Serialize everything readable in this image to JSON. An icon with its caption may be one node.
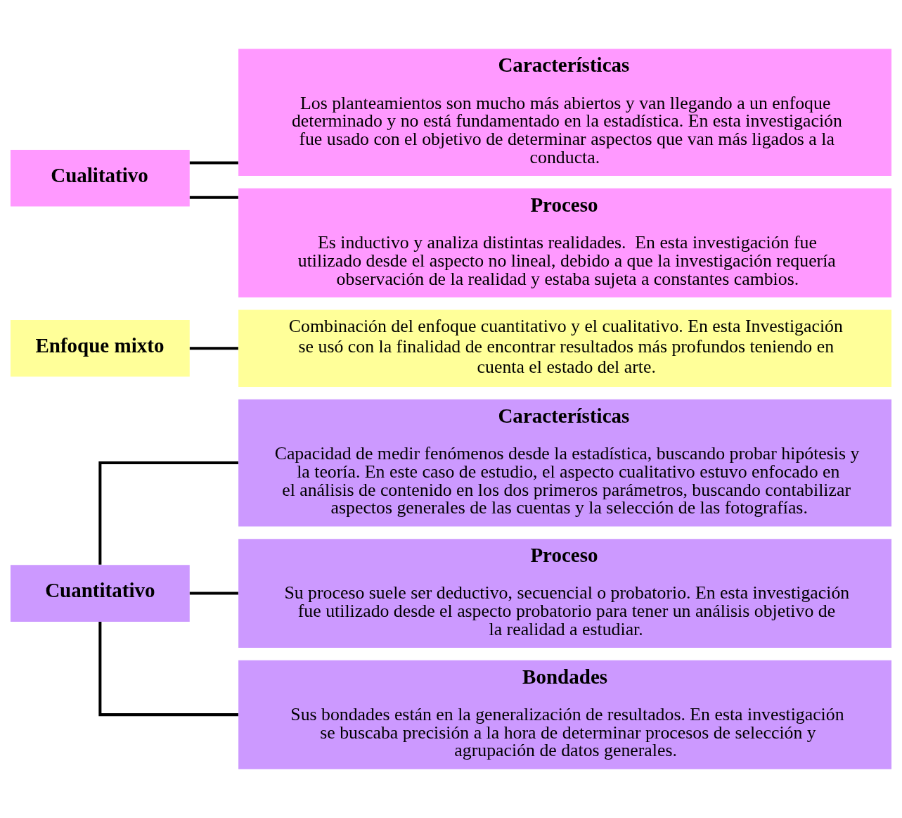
{
  "diagram": {
    "nodes": [
      {
        "text": [
          "Cuantitativo"
        ]
      },
      {
        "text": [
          "Características",
          "Capacidad de medir fenómenos desde la estadística, buscando probar hipótesis y la teoría. En este caso de estudio, el aspecto cualitativo estuvo enfocado en el análisis de contenido en los dos primeros parámetros, buscando contabilizar aspectos generales de las cuentas y la selección de las fotografías."
        ]
      },
      {
        "text": [
          "Proceso",
          "Su proceso suele ser deductivo, secuencial o probatorio. En esta investigación fue utilizado desde el aspecto probatorio para tener un análisis objetivo de la realidad a estudiar."
        ]
      },
      {
        "text": [
          "Bondades",
          "Sus bondades están en la generalización de resultados. En esta investigación se buscaba precisión a la hora de determinar procesos de selección y agrupación de datos generales."
        ]
      },
      {
        "text": [
          "Enfoque mixto"
        ]
      },
      {
        "text": [
          "Combinación del enfoque cuantitativo y el cualitativo. En esta Investigación se usó con la finalidad de encontrar resultados más profundos teniendo en cuenta el estado del arte."
        ]
      },
      {
        "text": [
          "Cualitativo"
        ]
      },
      {
        "text": [
          "Características",
          "Los planteamientos son mucho más abiertos y van llegando a un enfoque determinado y no está fundamentado en la estadística. En esta investigación fue usado con el objetivo de determinar aspectos que van más ligados a la conducta."
        ]
      },
      {
        "text": [
          "Proceso",
          "Es inductivo y analiza distintas realidades.  En esta investigación fue utilizado desde el aspecto no lineal, debido a que la investigación requería observación de la realidad y estaba sujeta a constantes cambios."
        ]
      }
    ],
    "edges": [
      {
        "from": 0,
        "to": 1,
        "arrow": "none"
      },
      {
        "from": 0,
        "to": 2,
        "arrow": "none"
      },
      {
        "from": 0,
        "to": 3,
        "arrow": "none"
      },
      {
        "from": 4,
        "to": 5,
        "arrow": "none"
      },
      {
        "from": 6,
        "to": 7,
        "arrow": "none"
      },
      {
        "from": 6,
        "to": 8,
        "arrow": "none"
      }
    ]
  }
}
